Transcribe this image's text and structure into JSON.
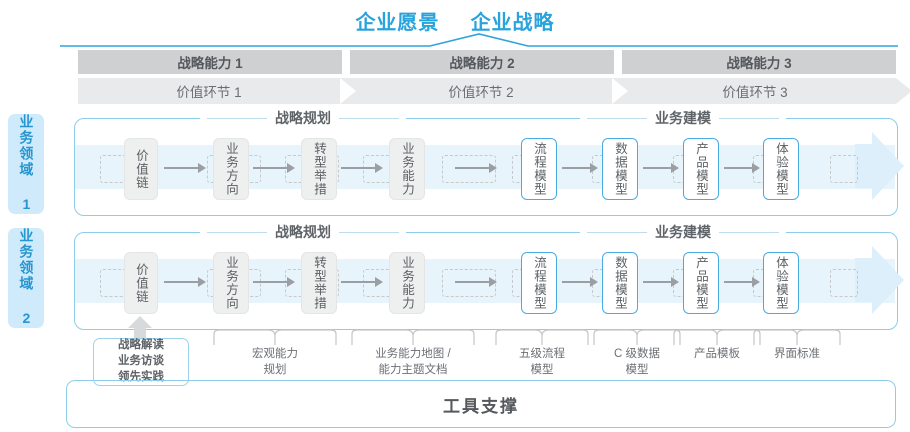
{
  "header": {
    "vision": "企业愿景",
    "strategy": "企业战略"
  },
  "capabilities": [
    {
      "label": "战略能力 1"
    },
    {
      "label": "战略能力 2"
    },
    {
      "label": "战略能力 3"
    }
  ],
  "value_links": [
    {
      "label": "价值环节 1"
    },
    {
      "label": "价值环节 2"
    },
    {
      "label": "价值环节 3"
    }
  ],
  "lanes": [
    {
      "side_label": "业务领域 1",
      "sections": [
        {
          "title": "战略规划"
        },
        {
          "title": "业务建模"
        }
      ],
      "nodes": [
        {
          "label": "价值链",
          "style": "gray"
        },
        {
          "label": "业务方向",
          "style": "gray"
        },
        {
          "label": "转型举措",
          "style": "gray"
        },
        {
          "label": "业务能力",
          "style": "gray"
        },
        {
          "label": "流程模型",
          "style": "blue"
        },
        {
          "label": "数据模型",
          "style": "blue"
        },
        {
          "label": "产品模型",
          "style": "blue"
        },
        {
          "label": "体验模型",
          "style": "blue"
        }
      ]
    },
    {
      "side_label": "业务领域 2",
      "sections": [
        {
          "title": "战略规划"
        },
        {
          "title": "业务建模"
        }
      ],
      "nodes": [
        {
          "label": "价值链",
          "style": "gray"
        },
        {
          "label": "业务方向",
          "style": "gray"
        },
        {
          "label": "转型举措",
          "style": "gray"
        },
        {
          "label": "业务能力",
          "style": "gray"
        },
        {
          "label": "流程模型",
          "style": "blue"
        },
        {
          "label": "数据模型",
          "style": "blue"
        },
        {
          "label": "产品模型",
          "style": "blue"
        },
        {
          "label": "体验模型",
          "style": "blue"
        }
      ]
    }
  ],
  "annotations": [
    {
      "line1": "战略解读",
      "line2": "业务访谈",
      "line3": "领先实践"
    },
    {
      "line1": "宏观能力",
      "line2": "规划"
    },
    {
      "line1": "业务能力地图 /",
      "line2": "能力主题文档"
    },
    {
      "line1": "五级流程",
      "line2": "模型"
    },
    {
      "line1": "C 级数据",
      "line2": "模型"
    },
    {
      "line1": "产品模板"
    },
    {
      "line1": "界面标准"
    }
  ],
  "footer": {
    "label": "工具支撑"
  },
  "colors": {
    "accent_blue": "#29A3DC",
    "node_blue_border": "#49ace0",
    "band_blue": "#e8f4fb",
    "header_gray": "#cfd0d1",
    "subheader_gray": "#e9eaeb",
    "side_label_bg": "#cfeafb"
  }
}
